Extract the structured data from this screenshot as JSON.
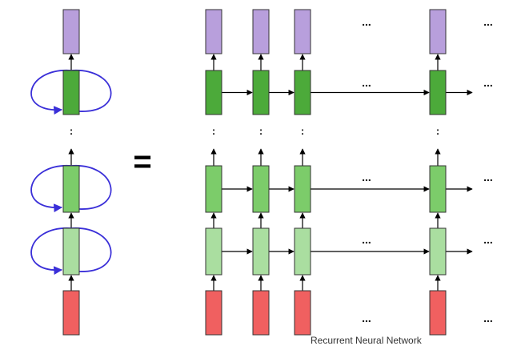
{
  "colors": {
    "output": "#b89fdc",
    "hidden_top": "#4caa3a",
    "hidden_mid": "#7ccc6a",
    "hidden_low": "#aadea0",
    "input": "#f06060",
    "recurrent_loop": "#3a2fd8",
    "arrow": "#000000",
    "stroke": "#333333"
  },
  "symbols": {
    "equals": "=",
    "horizontal_ellipsis": "...",
    "vertical_ellipsis": ":"
  },
  "caption": "Recurrent Neural Network",
  "left_stack_layers": [
    "output",
    "hidden_top",
    "vertical_ellipsis",
    "hidden_mid",
    "hidden_low",
    "input"
  ],
  "unrolled_columns": 4
}
